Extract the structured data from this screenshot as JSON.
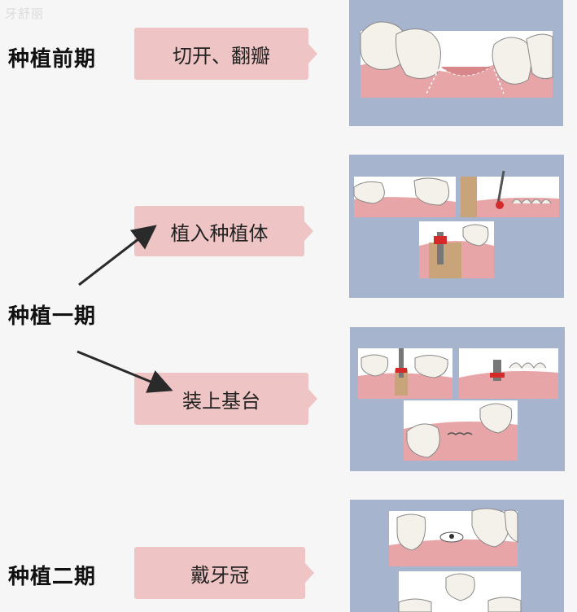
{
  "watermark": "牙舒丽",
  "stages": {
    "early": "种植前期",
    "phase_one": "种植一期",
    "phase_two": "种植二期"
  },
  "steps": {
    "incision": "切开、翻瓣",
    "implant": "植入种植体",
    "abutment": "装上基台",
    "crown": "戴牙冠"
  },
  "colors": {
    "step_box": "#efc4c4",
    "panel_bg": "#a7b4cd",
    "gum": "#e8a5a8",
    "tooth": "#f4f1ea",
    "bone": "#c9a37a",
    "implant_red": "#d42a2a"
  }
}
